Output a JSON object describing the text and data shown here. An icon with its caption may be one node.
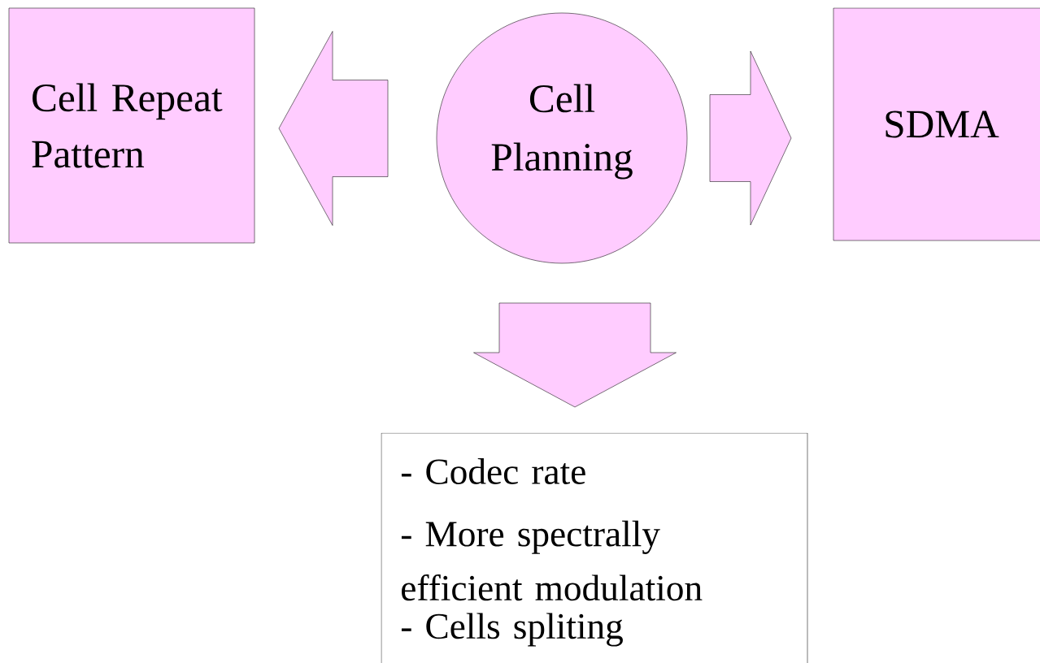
{
  "diagram": {
    "nodes": [
      {
        "text": [
          "Cell Repeat Pattern"
        ]
      },
      {
        "text": [
          "Cell Planning"
        ]
      },
      {
        "text": [
          "SDMA"
        ]
      },
      {
        "text": [
          "- Codec rate",
          "- More spectrally efficient modulation",
          "- Cells spliting"
        ]
      }
    ],
    "edges": [
      {
        "from": 1,
        "to": 0,
        "arrow": "to"
      },
      {
        "from": 1,
        "to": 2,
        "arrow": "to"
      },
      {
        "from": 1,
        "to": 3,
        "arrow": "to"
      }
    ]
  }
}
